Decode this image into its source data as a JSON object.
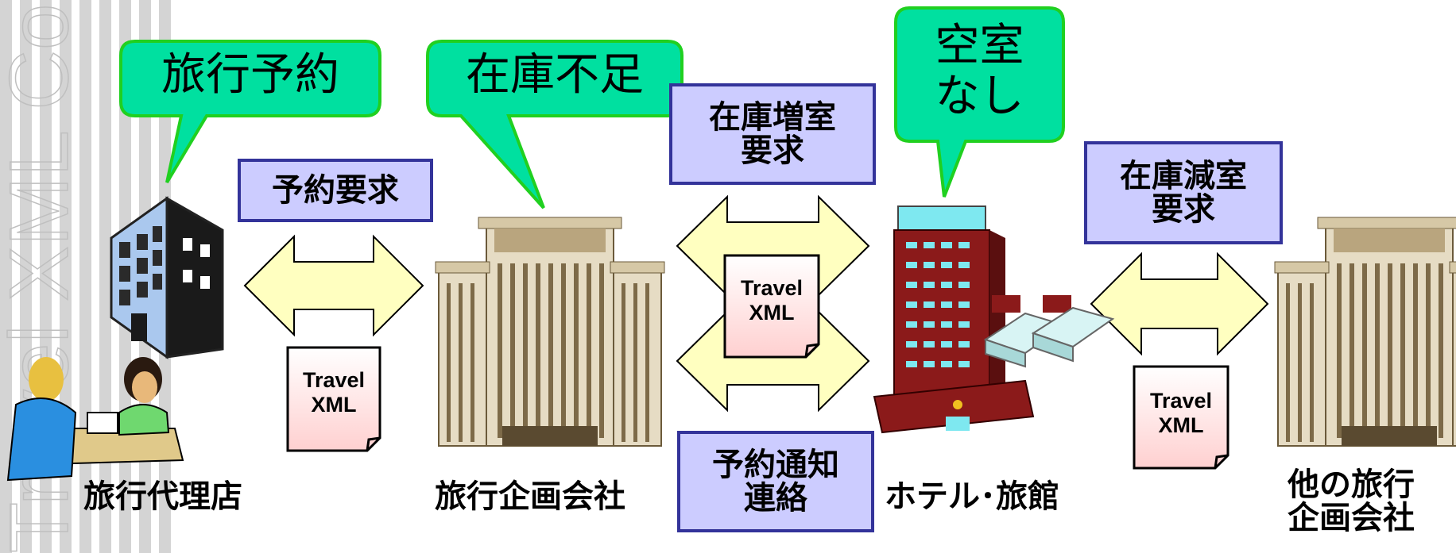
{
  "watermark": "Travel XML Consortium",
  "bubbles": {
    "agency": "旅行予約",
    "planner": "在庫不足",
    "hotel": "空室\nなし"
  },
  "requests": {
    "reserve": "予約要求",
    "increase": "在庫増室\n要求",
    "notify": "予約通知\n連絡",
    "decrease": "在庫減室\n要求"
  },
  "documents": {
    "doc1": "Travel\nXML",
    "doc2": "Travel\nXML",
    "doc3": "Travel\nXML"
  },
  "labels": {
    "agency": "旅行代理店",
    "planner": "旅行企画会社",
    "hotel": "ホテル･旅館",
    "other": "他の旅行\n企画会社"
  },
  "colors": {
    "bubble_fill": "#00e0a0",
    "bubble_stroke": "#20d020",
    "request_fill": "#ccccff",
    "request_stroke": "#33339a",
    "arrow_fill": "#ffffc0",
    "arrow_stroke": "#000000",
    "doc_fill_top": "#ffffff",
    "doc_fill_bottom": "#ffd0d0"
  }
}
